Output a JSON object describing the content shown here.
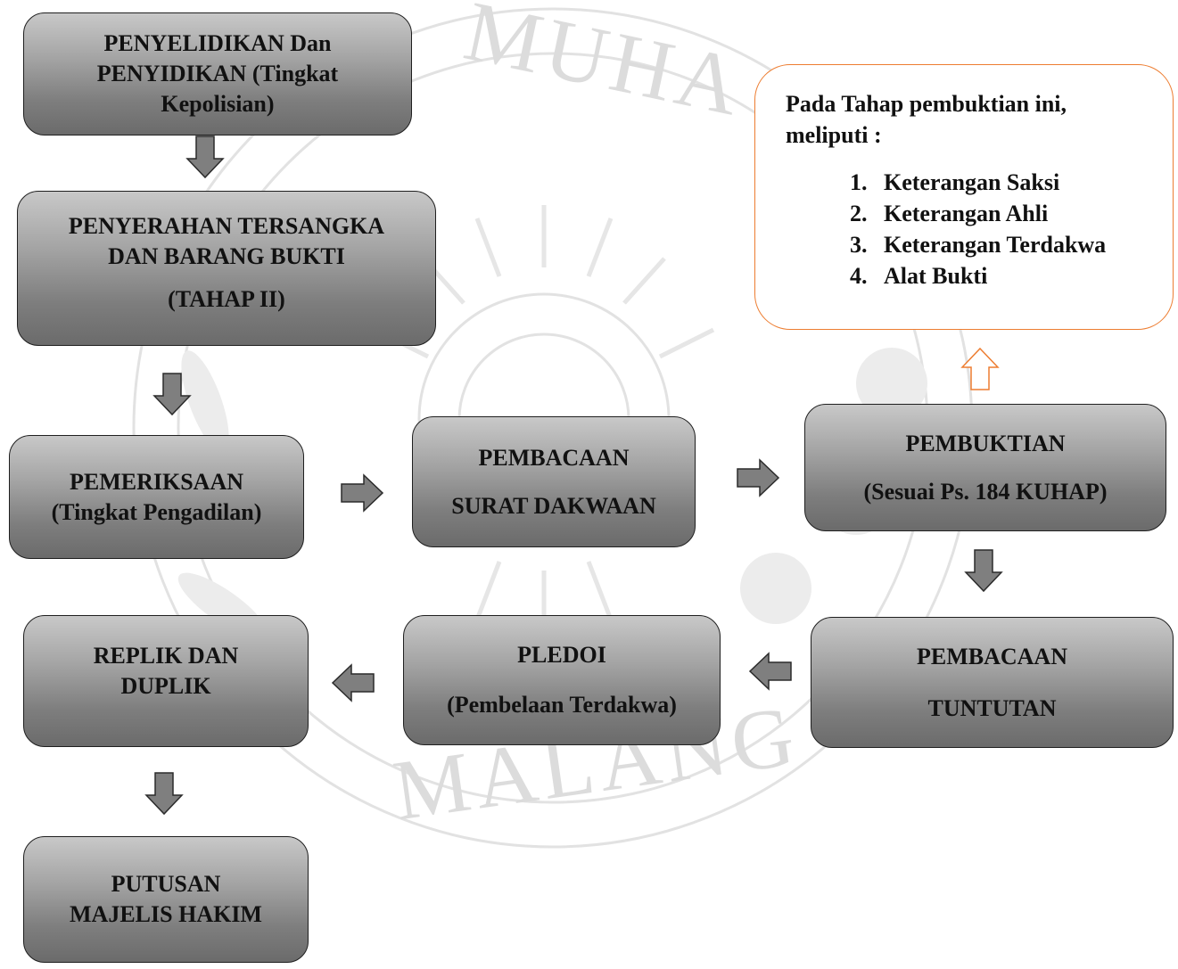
{
  "watermark": {
    "top_text": "MUHA",
    "bottom_text": "MALANG"
  },
  "steps": {
    "penyelidikan": [
      "PENYELIDIKAN Dan",
      "PENYIDIKAN (Tingkat",
      "Kepolisian)"
    ],
    "penyerahan": [
      "PENYERAHAN TERSANGKA",
      "DAN BARANG BUKTI",
      "(TAHAP II)"
    ],
    "pemeriksaan": [
      "PEMERIKSAAN",
      "(Tingkat Pengadilan)"
    ],
    "pembacaan_surat": [
      "PEMBACAAN",
      "SURAT DAKWAAN"
    ],
    "pembuktian": [
      "PEMBUKTIAN",
      "(Sesuai Ps. 184 KUHAP)"
    ],
    "pembacaan_tuntutan": [
      "PEMBACAAN",
      "TUNTUTAN"
    ],
    "pledoi": [
      "PLEDOI",
      "(Pembelaan Terdakwa)"
    ],
    "replik": [
      "REPLIK DAN",
      "DUPLIK"
    ],
    "putusan": [
      "PUTUSAN",
      "MAJELIS HAKIM"
    ]
  },
  "note": {
    "heading_line1": "Pada Tahap pembuktian ini,",
    "heading_line2": "meliputi :",
    "items": [
      "Keterangan Saksi",
      "Keterangan Ahli",
      "Keterangan Terdakwa",
      "Alat Bukti"
    ]
  },
  "colors": {
    "box_top": "#c8c8c8",
    "box_bottom": "#6b6b6b",
    "arrow_fill": "#7f7f7f",
    "note_border": "#ed7d31",
    "watermark": "#dcdcdc"
  }
}
